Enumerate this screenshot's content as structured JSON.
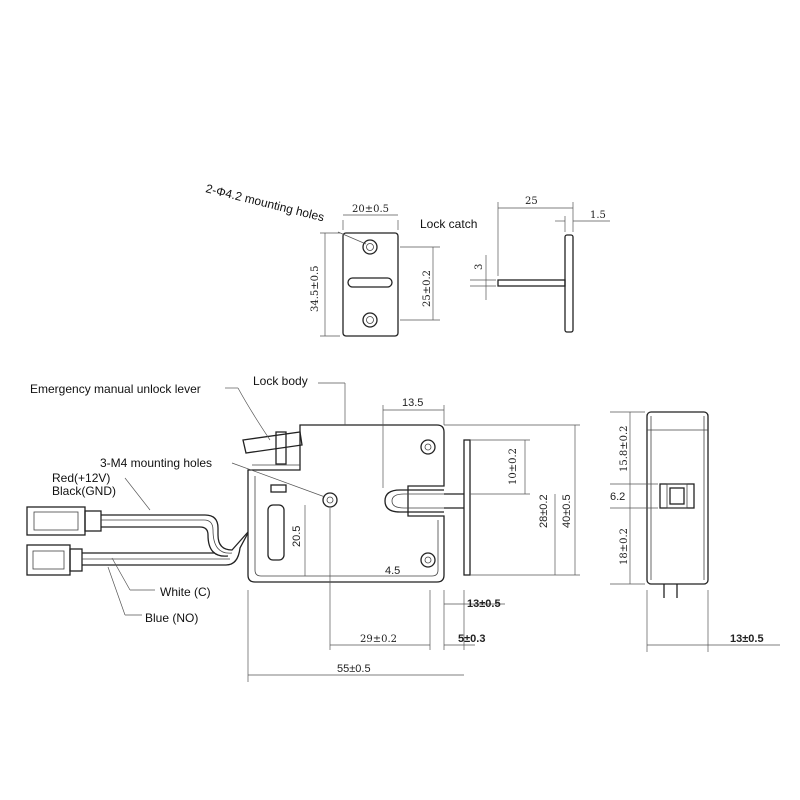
{
  "labels": {
    "mounting_holes": "2-Φ4.2 mounting holes",
    "lock_catch": "Lock catch",
    "emergency_lever": "Emergency manual unlock lever",
    "lock_body": "Lock body",
    "m4_holes": "3-M4 mounting holes",
    "red_wire": "Red(+12V)",
    "black_wire": "Black(GND)",
    "white_wire": "White (C)",
    "blue_wire": "Blue (NO)"
  },
  "dimensions": {
    "catch_width": "20±0.5",
    "catch_height": "34.5±0.5",
    "catch_hole_spacing": "25±0.2",
    "catch_side_length": "25",
    "catch_thickness": "1.5",
    "catch_tongue": "3",
    "body_top_width": "13.5",
    "latch_height": "10±0.2",
    "latch_offset": "28±0.2",
    "body_height": "40±0.5",
    "inner_height": "20.5",
    "corner_offset": "4.5",
    "latch_depth": "13±0.5",
    "hole_distance": "29±0.2",
    "end_offset": "5±0.3",
    "total_length": "55±0.5",
    "side_top": "15.8±0.2",
    "side_mid": "6.2",
    "side_bottom": "18±0.2",
    "side_width": "13±0.5"
  }
}
